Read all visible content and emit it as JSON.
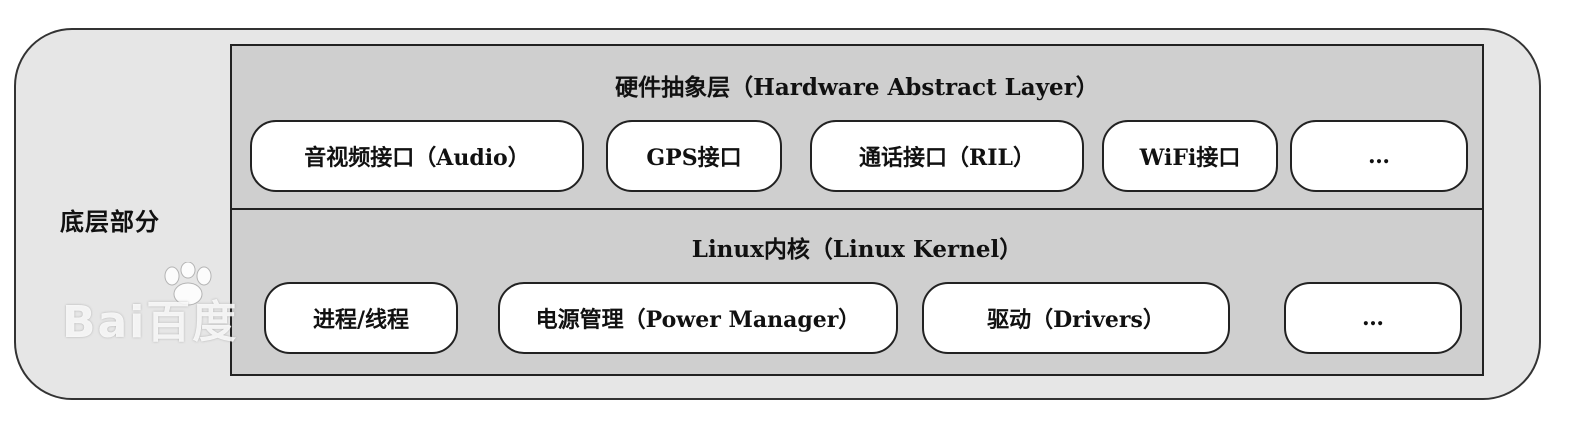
{
  "diagram": {
    "side_label": "底层部分",
    "hal": {
      "title": "硬件抽象层（Hardware Abstract Layer）",
      "items": [
        "音视频接口（Audio）",
        "GPS接口",
        "通话接口（RIL）",
        "WiFi接口",
        "…"
      ]
    },
    "kernel": {
      "title": "Linux内核（Linux Kernel）",
      "items": [
        "进程/线程",
        "电源管理（Power Manager）",
        "驱动（Drivers）",
        "…"
      ]
    },
    "watermark": "Bai百度"
  }
}
